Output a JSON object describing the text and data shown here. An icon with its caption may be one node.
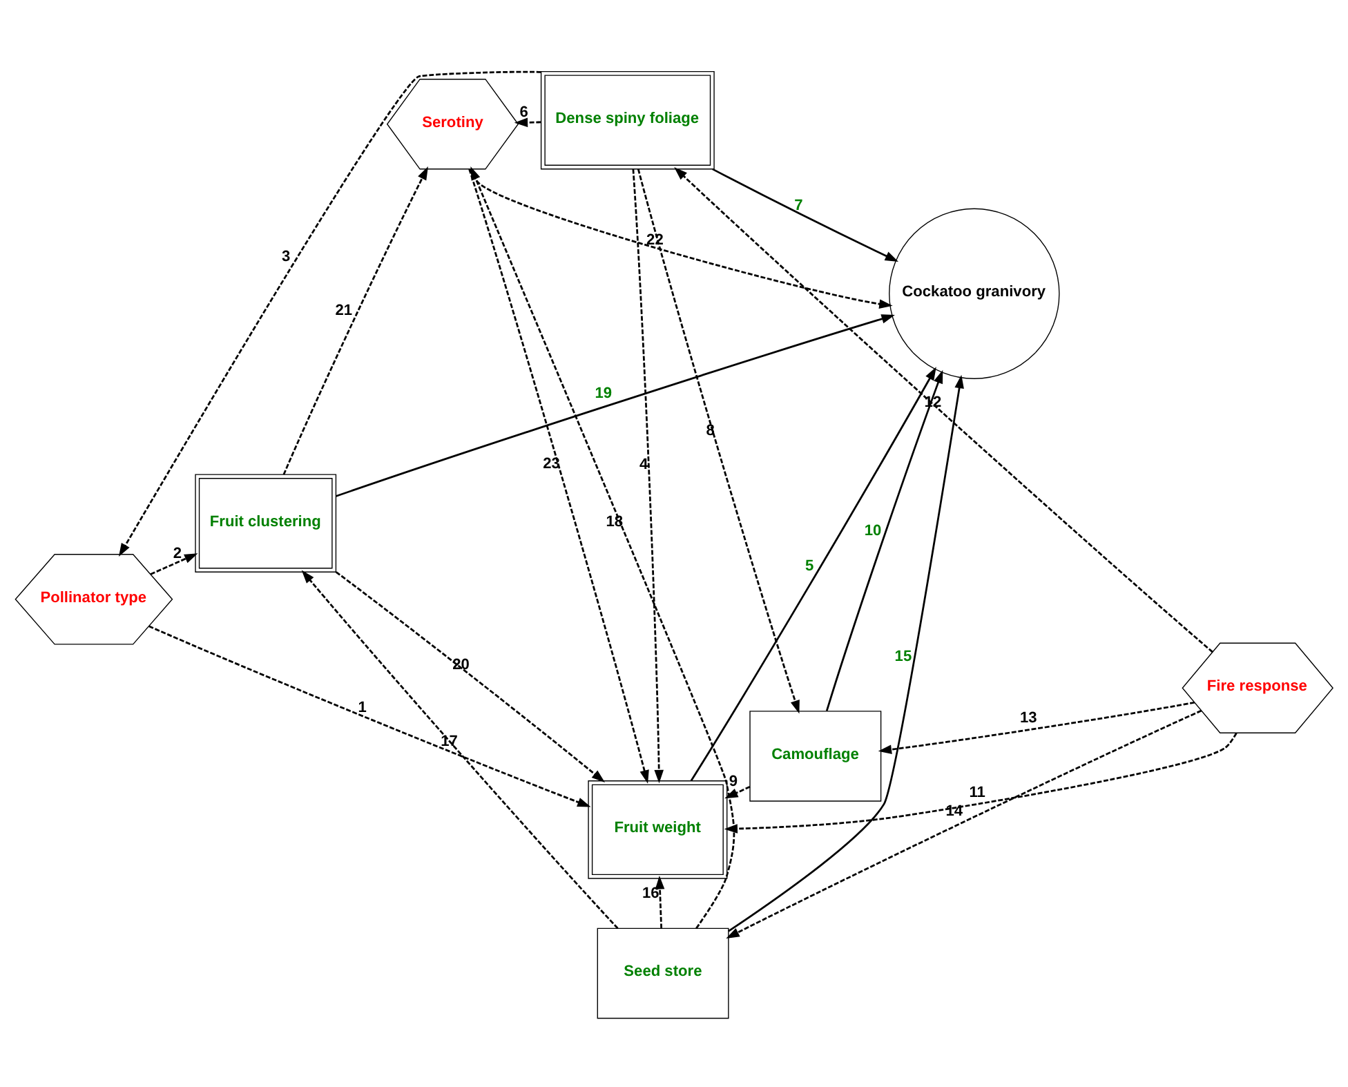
{
  "diagram": {
    "nodes": [
      {
        "text": [
          "Pollinator type"
        ]
      },
      {
        "text": [
          "Fruit weight"
        ]
      },
      {
        "text": [
          "Serotiny"
        ]
      },
      {
        "text": [
          "Dense spiny foliage"
        ]
      },
      {
        "text": [
          "Cockatoo granivory"
        ]
      },
      {
        "text": [
          "Fruit clustering"
        ]
      },
      {
        "text": [
          "Camouflage"
        ]
      },
      {
        "text": [
          "Fire response"
        ]
      },
      {
        "text": [
          "Seed store"
        ]
      }
    ],
    "edges": [
      {
        "from": 0,
        "to": 1,
        "arrow": "to",
        "label": "1",
        "style": "dashed"
      },
      {
        "from": 0,
        "to": 5,
        "arrow": "to",
        "label": "2",
        "style": "dashed"
      },
      {
        "from": 3,
        "to": 0,
        "arrow": "to",
        "label": "3",
        "style": "dashed"
      },
      {
        "from": 3,
        "to": 1,
        "arrow": "to",
        "label": "4",
        "style": "dashed"
      },
      {
        "from": 1,
        "to": 4,
        "arrow": "to",
        "label": "5"
      },
      {
        "from": 3,
        "to": 2,
        "arrow": "to",
        "label": "6",
        "style": "dashed"
      },
      {
        "from": 3,
        "to": 4,
        "arrow": "to",
        "label": "7"
      },
      {
        "from": 3,
        "to": 6,
        "arrow": "to",
        "label": "8",
        "style": "dashed"
      },
      {
        "from": 6,
        "to": 1,
        "arrow": "to",
        "label": "9",
        "style": "dashed"
      },
      {
        "from": 6,
        "to": 4,
        "arrow": "to",
        "label": "10"
      },
      {
        "from": 7,
        "to": 1,
        "arrow": "to",
        "label": "11",
        "style": "dashed"
      },
      {
        "from": 7,
        "to": 3,
        "arrow": "to",
        "label": "12",
        "style": "dashed"
      },
      {
        "from": 7,
        "to": 6,
        "arrow": "to",
        "label": "13",
        "style": "dashed"
      },
      {
        "from": 7,
        "to": 8,
        "arrow": "to",
        "label": "14",
        "style": "dashed"
      },
      {
        "from": 8,
        "to": 4,
        "arrow": "to",
        "label": "15"
      },
      {
        "from": 8,
        "to": 1,
        "arrow": "to",
        "label": "16",
        "style": "dashed"
      },
      {
        "from": 8,
        "to": 5,
        "arrow": "to",
        "label": "17",
        "style": "dashed"
      },
      {
        "from": 8,
        "to": 2,
        "arrow": "to",
        "label": "18",
        "style": "dashed"
      },
      {
        "from": 5,
        "to": 4,
        "arrow": "to",
        "label": "19"
      },
      {
        "from": 5,
        "to": 1,
        "arrow": "to",
        "label": "20",
        "style": "dashed"
      },
      {
        "from": 5,
        "to": 2,
        "arrow": "to",
        "label": "21",
        "style": "dashed"
      },
      {
        "from": 2,
        "to": 4,
        "arrow": "to",
        "label": "22",
        "style": "dashed"
      },
      {
        "from": 2,
        "to": 1,
        "arrow": "to",
        "label": "23",
        "style": "dashed"
      }
    ]
  }
}
